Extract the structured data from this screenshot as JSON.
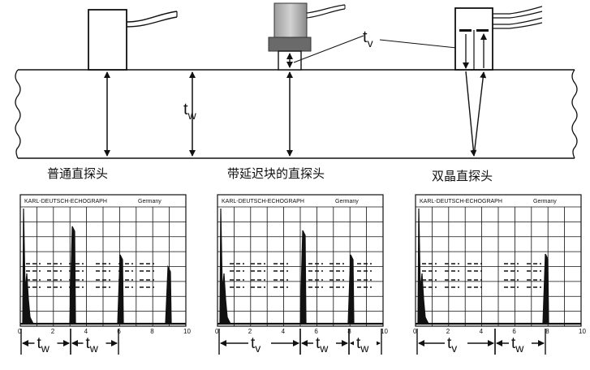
{
  "probes": [
    {
      "caption": "普通直探头"
    },
    {
      "caption": "带延迟块的直探头"
    },
    {
      "caption": "双晶直探头"
    }
  ],
  "labels": {
    "tv_main": "v",
    "tw_main": "w",
    "t_letter": "t"
  },
  "screens": [
    {
      "brand": "KARL-DEUTSCH-ECHOGRAPH",
      "country": "Germany",
      "ticks": [
        "0",
        "2",
        "4",
        "6",
        "8",
        "10"
      ],
      "intervals": [
        "w",
        "w"
      ]
    },
    {
      "brand": "KARL-DEUTSCH-ECHOGRAPH",
      "country": "Germany",
      "ticks": [
        "0",
        "2",
        "4",
        "6",
        "8",
        "10"
      ],
      "intervals": [
        "v",
        "w",
        "w"
      ]
    },
    {
      "brand": "KARL-DEUTSCH-ECHOGRAPH",
      "country": "Germany",
      "ticks": [
        "0",
        "2",
        "4",
        "6",
        "8",
        "10"
      ],
      "intervals": [
        "v",
        "w"
      ]
    }
  ]
}
